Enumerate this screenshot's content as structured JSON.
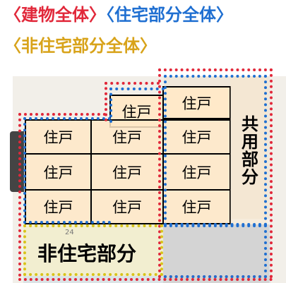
{
  "legend": {
    "building": "〈建物全体〉",
    "residential": "〈住宅部分全体〉",
    "nonresidential": "〈非住宅部分全体〉"
  },
  "diagram": {
    "unit_label": "住戸",
    "common_label": "共用部分",
    "nonresidential_label": "非住宅部分",
    "store_sign": "24"
  },
  "colors": {
    "building": "#e1283a",
    "residential": "#1f6fd1",
    "nonresidential": "#d8c31a"
  }
}
